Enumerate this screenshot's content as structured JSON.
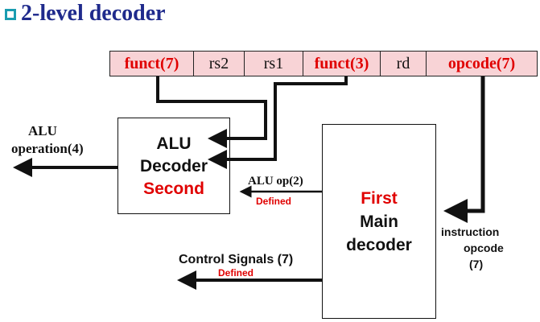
{
  "title": "2-level decoder",
  "instruction_fields": [
    {
      "label": "funct(7)",
      "highlight": true
    },
    {
      "label": "rs2",
      "highlight": false
    },
    {
      "label": "rs1",
      "highlight": false
    },
    {
      "label": "funct(3)",
      "highlight": true
    },
    {
      "label": "rd",
      "highlight": false
    },
    {
      "label": "opcode(7)",
      "highlight": true
    }
  ],
  "alu_decoder": {
    "line1": "ALU",
    "line2": "Decoder",
    "line3": "Second"
  },
  "main_decoder": {
    "line1": "First",
    "line2": "Main",
    "line3": "decoder"
  },
  "labels": {
    "alu_operation_line1": "ALU",
    "alu_operation_line2": "operation(4)",
    "alu_op": "ALU op(2)",
    "alu_op_note": "Defined",
    "control_signals": "Control Signals (7)",
    "control_note": "Defined",
    "instr_opcode_line1": "instruction",
    "instr_opcode_line2": "opcode",
    "instr_opcode_line3": "(7)"
  },
  "colors": {
    "red": "#e00000",
    "title": "#1f2a8c",
    "field_fill": "#f8d3d6",
    "bullet": "#1a9cb0"
  }
}
